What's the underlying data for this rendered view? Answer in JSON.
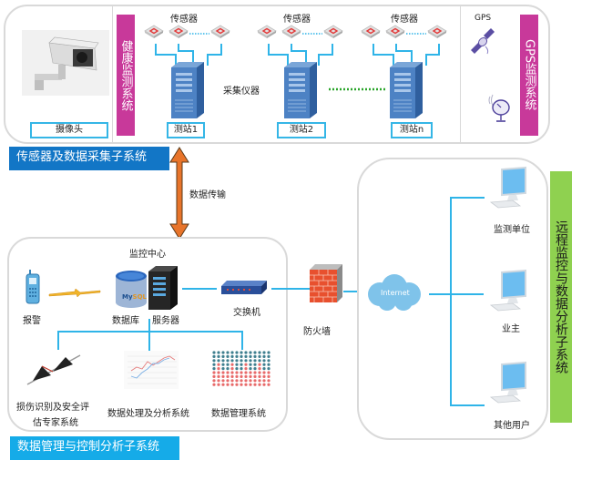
{
  "top_system": {
    "camera_label": "摄像头",
    "health_bar_label": "健康监测系统",
    "sensor_label": "传感器",
    "collector_label": "采集仪器",
    "stations": [
      "测站1",
      "测站2",
      "测站n"
    ],
    "gps_label": "GPS",
    "gps_bar_label": "GPS监测系统",
    "banner": "传感器及数据采集子系统"
  },
  "transfer_label": "数据传输",
  "bottom_system": {
    "center_label": "监控中心",
    "alarm_label": "报警",
    "database_label": "数据库",
    "database_brand": "MySQL",
    "server_label": "服务器",
    "switch_label": "交换机",
    "expert_label_line1": "损伤识别及安全评",
    "expert_label_line2": "估专家系统",
    "analysis_label": "数据处理及分析系统",
    "management_label": "数据管理系统",
    "banner": "数据管理与控制分析子系统"
  },
  "firewall_label": "防火墙",
  "remote_system": {
    "internet_label": "Internet",
    "clients": [
      "监测单位",
      "业主",
      "其他用户"
    ],
    "bar_label": "远程监控与数据分析子系统"
  },
  "colors": {
    "magenta_bar": "#c8399a",
    "green_bar": "#8fd150",
    "banner_dark_blue": "#1276c6",
    "banner_light_blue": "#15abe8",
    "connector_blue": "#2fb4e8",
    "arrow_orange": "#e8742a"
  }
}
